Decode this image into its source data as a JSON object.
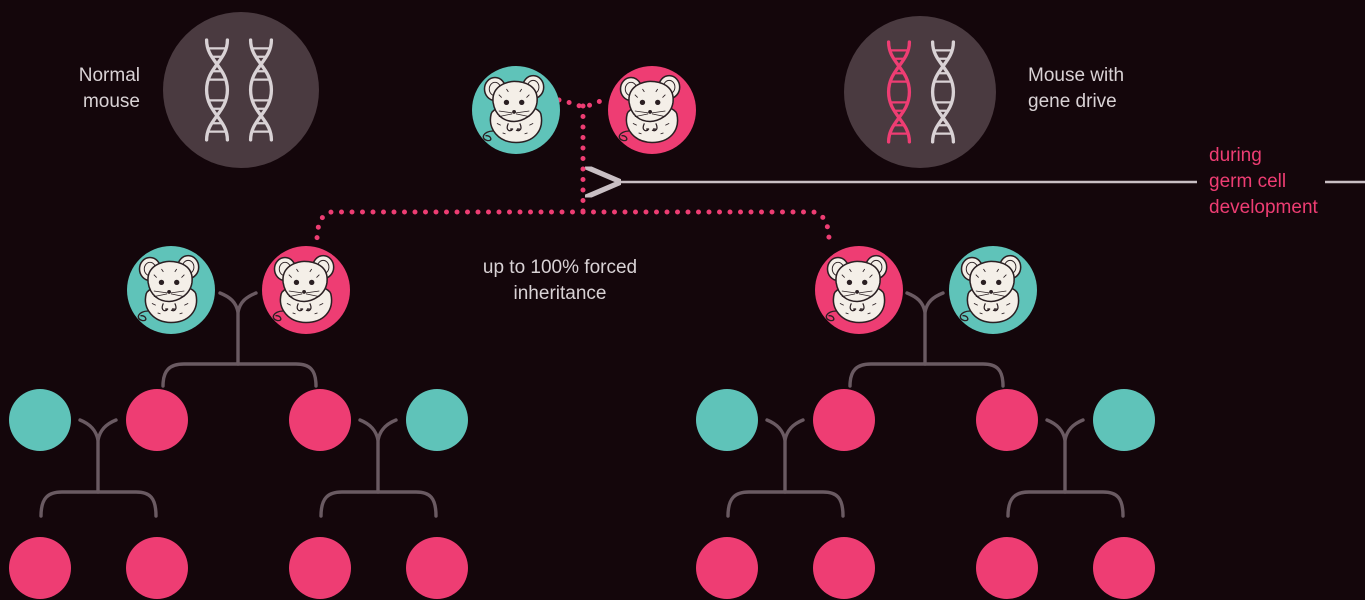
{
  "colors": {
    "background": "#14060b",
    "normal": "#5fc3b9",
    "gene_drive": "#ee3d73",
    "connector": "#6a5a62",
    "badge": "#4a3a40",
    "arrow": "#c9bfc4"
  },
  "legend": {
    "normal_label": "Normal\nmouse",
    "gene_drive_label": "Mouse with\ngene drive"
  },
  "annotations": {
    "inheritance": "up to 100% forced\ninheritance",
    "germ_cell": "during\ngerm cell\ndevelopment"
  },
  "icons": {
    "dna": "dna-helix-icon",
    "mouse": "mouse-illustration-icon"
  }
}
